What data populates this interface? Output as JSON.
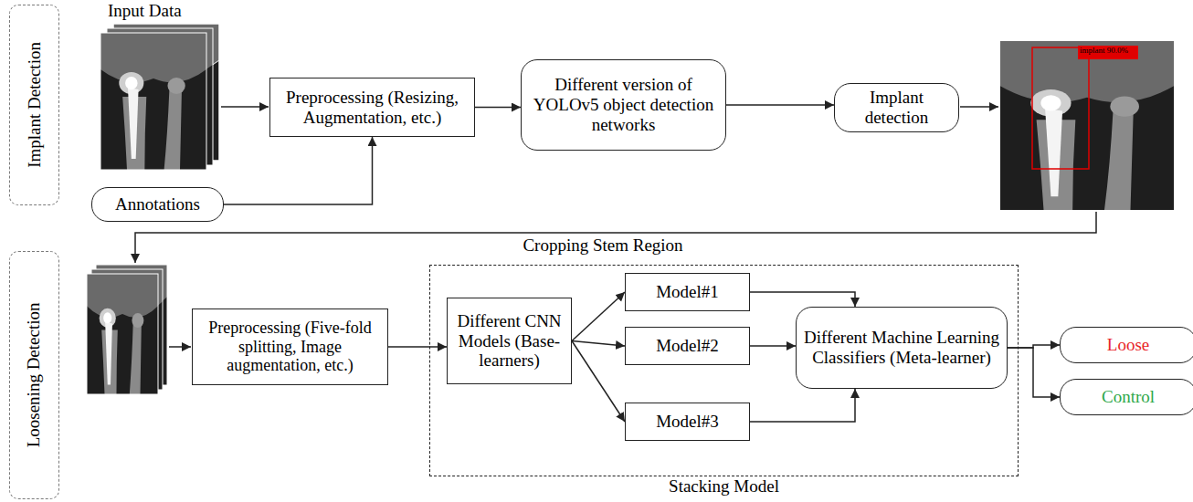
{
  "diagram": {
    "nodes": [
      {
        "text": [
          "Implant Detection"
        ]
      },
      {
        "text": [
          "Annotations"
        ]
      },
      {
        "text": [
          "Preprocessing (Resizing, Augmentation, etc.)"
        ]
      },
      {
        "text": [
          "Different version of YOLOv5 object detection networks"
        ]
      },
      {
        "text": [
          "Implant detection"
        ]
      },
      {
        "text": [
          "Loosening Detection"
        ]
      },
      {
        "text": [
          "Preprocessing (Five-fold splitting, Image augmentation, etc.)"
        ]
      },
      {
        "text": [
          "Stacking Model"
        ]
      },
      {
        "text": [
          "Different CNN Models (Base-learners)"
        ],
        "in": 7
      },
      {
        "text": [
          "Model#1"
        ],
        "in": 7
      },
      {
        "text": [
          "Model#2"
        ],
        "in": 7
      },
      {
        "text": [
          "Model#3"
        ],
        "in": 7
      },
      {
        "text": [
          "Different Machine Learning Classifiers (Meta-learner)"
        ],
        "in": 7
      },
      {
        "text": [
          "Loose"
        ]
      },
      {
        "text": [
          "Control"
        ]
      }
    ],
    "edges": [
      {
        "from": 1,
        "to": 2,
        "arrow": "to"
      },
      {
        "from": 2,
        "to": 3,
        "arrow": "to"
      },
      {
        "from": 3,
        "to": 4,
        "arrow": "to"
      },
      {
        "from": 6,
        "to": 8,
        "arrow": "to"
      },
      {
        "from": 8,
        "to": 9,
        "arrow": "to"
      },
      {
        "from": 8,
        "to": 10,
        "arrow": "to"
      },
      {
        "from": 8,
        "to": 11,
        "arrow": "to"
      },
      {
        "from": 9,
        "to": 12,
        "arrow": "to"
      },
      {
        "from": 10,
        "to": 12,
        "arrow": "to"
      },
      {
        "from": 11,
        "to": 12,
        "arrow": "to"
      },
      {
        "from": 12,
        "to": 13,
        "arrow": "to"
      },
      {
        "from": 12,
        "to": 14,
        "arrow": "to"
      }
    ],
    "labels": [
      "Input Data",
      "implant 90.0%",
      "Cropping Stem Region"
    ]
  }
}
